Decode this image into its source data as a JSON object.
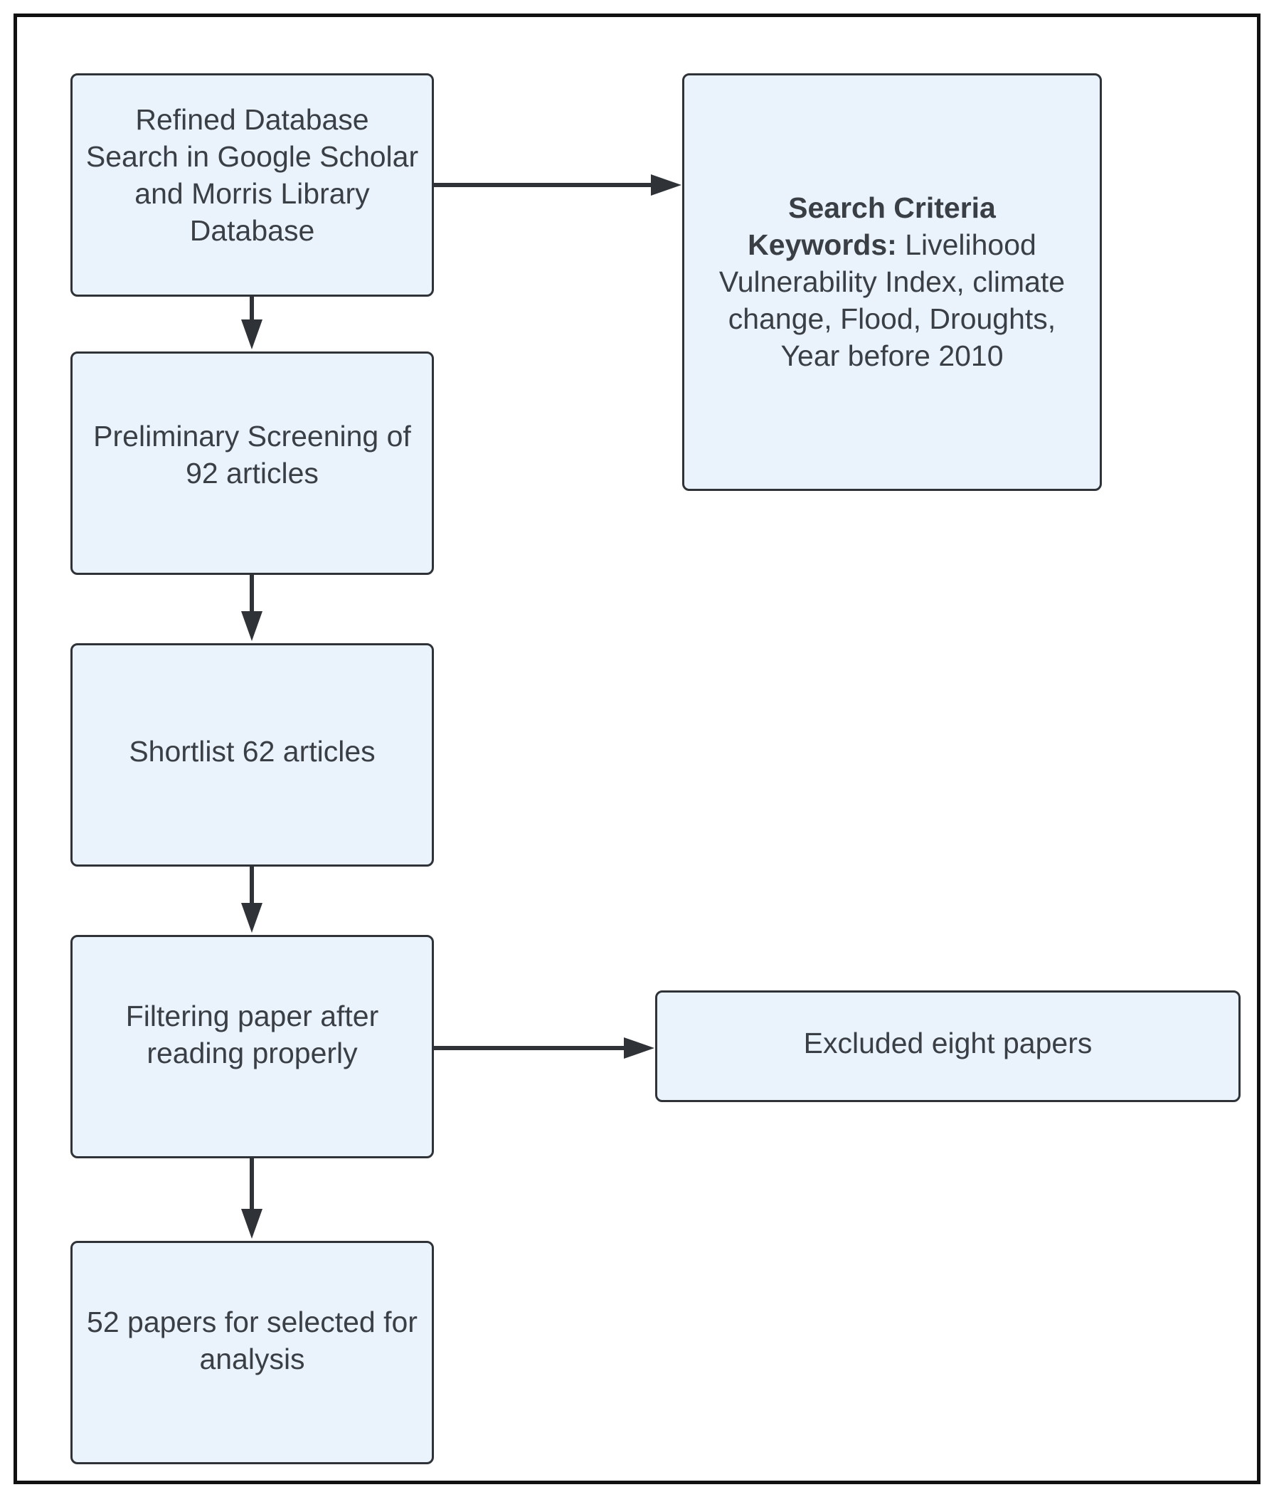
{
  "boxes": {
    "search": "Refined Database Search in Google Scholar and Morris Library Database",
    "criteria_heading": "Search Criteria",
    "criteria_keywords_label": "Keywords:",
    "criteria_keywords": "Livelihood Vulnerability Index, climate change, Flood, Droughts, Year before 2010",
    "screening": "Preliminary Screening of 92 articles",
    "shortlist": "Shortlist 62 articles",
    "filtering": "Filtering paper after reading properly",
    "excluded": "Excluded eight papers",
    "selected": "52 papers for selected for analysis"
  },
  "colors": {
    "box_fill": "#eaf2fc",
    "box_border": "#2f3338",
    "arrow": "#2f3338",
    "text": "#3a3f45"
  }
}
